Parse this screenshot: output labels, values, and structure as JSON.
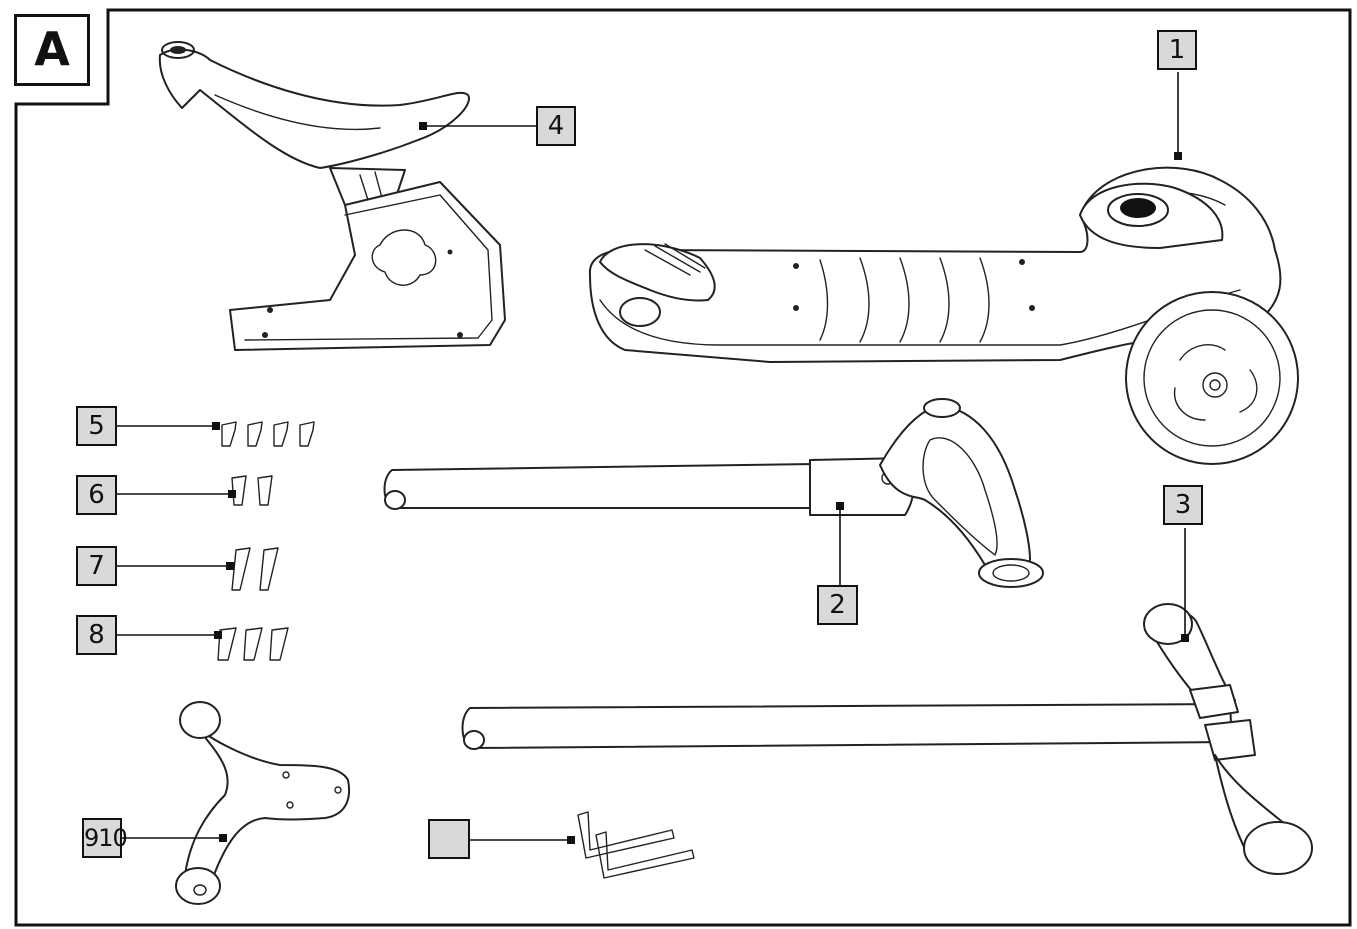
{
  "panel": {
    "letter": "A"
  },
  "labels": {
    "p1": "1",
    "p2": "2",
    "p3": "3",
    "p4": "4",
    "p5": "5",
    "p6": "6",
    "p7": "7",
    "p8": "8",
    "p910": "910",
    "tool": ""
  }
}
